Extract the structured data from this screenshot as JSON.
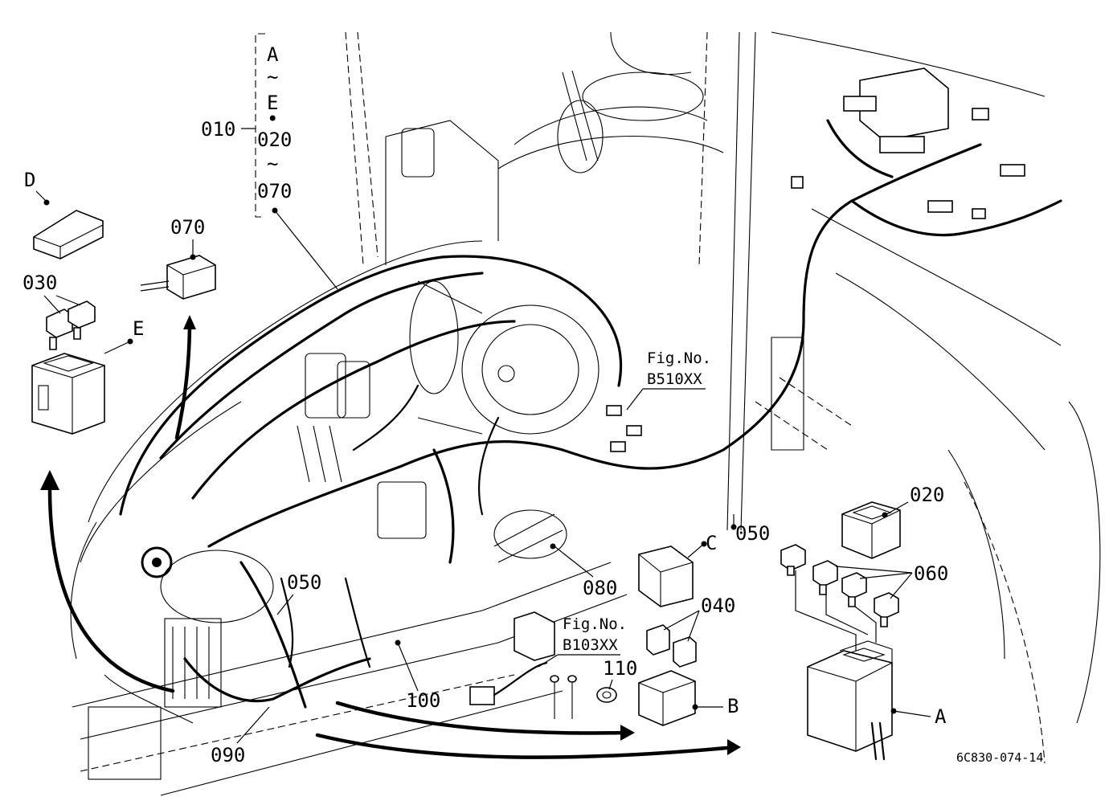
{
  "diagram": {
    "figure_id": "6C830-074-14",
    "bracket_group": {
      "ref": "010",
      "range_top": [
        "A",
        "~",
        "E",
        "•"
      ],
      "range_bottom": [
        "020",
        "~",
        "070"
      ]
    },
    "callouts": {
      "A": "A",
      "B": "B",
      "C": "C",
      "D": "D",
      "E": "E",
      "020": "020",
      "030": "030",
      "040": "040",
      "050_left": "050",
      "050_right": "050",
      "060": "060",
      "070": "070",
      "080": "080",
      "090": "090",
      "100": "100",
      "110": "110"
    },
    "fig_refs": {
      "upper": {
        "label": "Fig.No.",
        "number": "B510XX"
      },
      "lower": {
        "label": "Fig.No.",
        "number": "B103XX"
      }
    }
  }
}
